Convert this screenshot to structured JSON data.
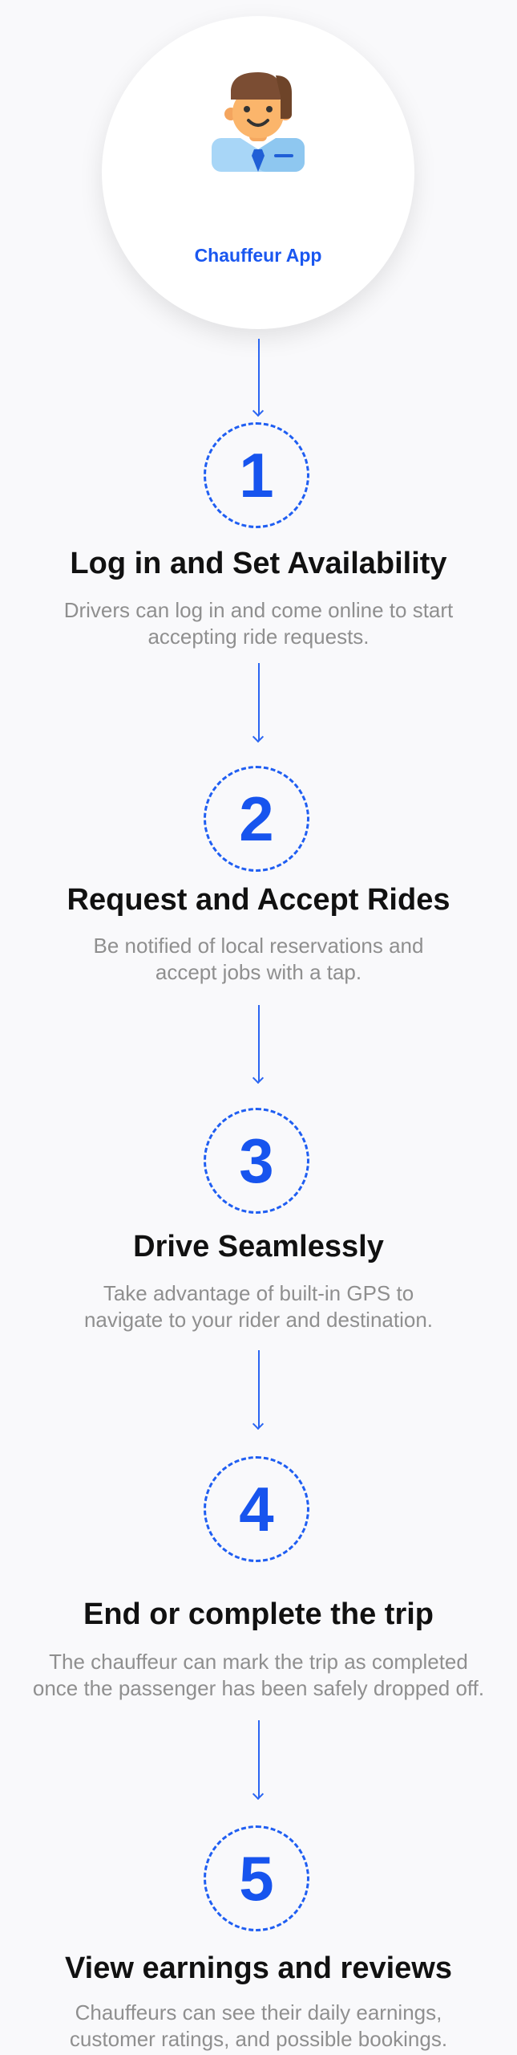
{
  "hero": {
    "label": "Chauffeur App",
    "icon": "chauffeur-avatar-icon"
  },
  "colors": {
    "accent": "#1a57f0",
    "title": "#111111",
    "description": "#8f8f8f",
    "background": "#f9f9fb"
  },
  "steps": [
    {
      "number": "1",
      "title": "Log in and Set Availability",
      "description_lines": [
        "Drivers can log in and come online to start",
        "accepting ride requests."
      ]
    },
    {
      "number": "2",
      "title": "Request and Accept Rides",
      "description_lines": [
        "Be notified of local reservations and",
        "accept jobs with a tap."
      ]
    },
    {
      "number": "3",
      "title": "Drive Seamlessly",
      "description_lines": [
        "Take advantage of built-in GPS to",
        "navigate to your rider and destination."
      ]
    },
    {
      "number": "4",
      "title": "End or complete the trip",
      "description_lines": [
        "The chauffeur can mark the trip as completed",
        "once the passenger has been safely dropped off."
      ]
    },
    {
      "number": "5",
      "title": "View earnings and reviews",
      "description_lines": [
        "Chauffeurs can see their daily earnings,",
        "customer ratings, and possible bookings."
      ]
    }
  ]
}
